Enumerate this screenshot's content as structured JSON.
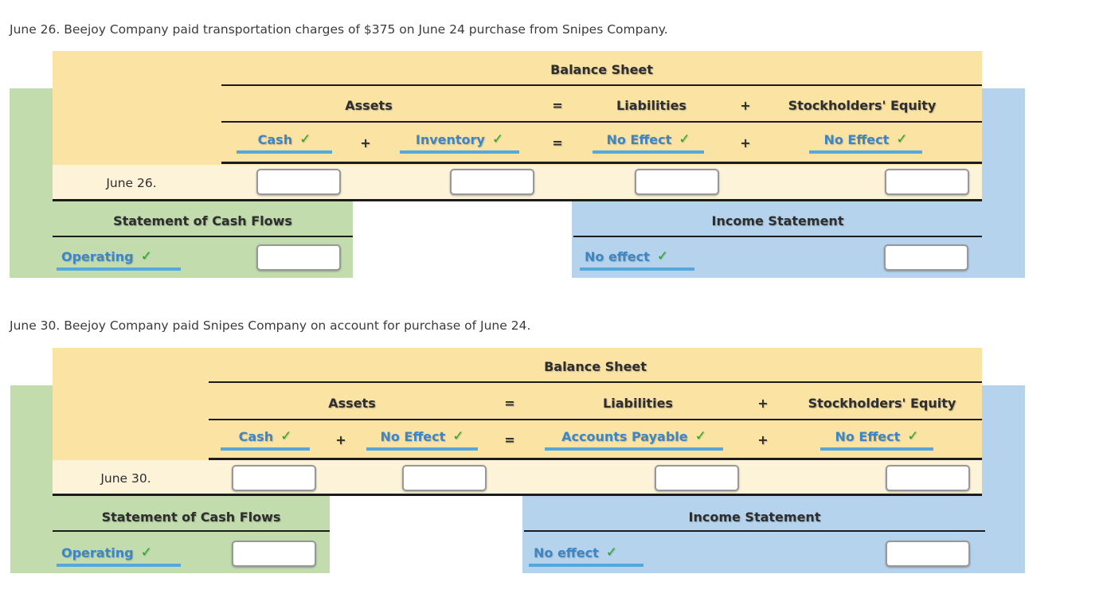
{
  "colors": {
    "header_yellow": "#FBE3A3",
    "row_yellow": "#FCF3D9",
    "panel_green": "#C3DCAE",
    "panel_blue": "#B5D3EC",
    "link_blue": "#3d86c6",
    "underline_blue": "#57A7DF",
    "check_green": "#2EA32E",
    "line_dark": "#1c1c1c"
  },
  "symbols": {
    "check": "✓",
    "plus": "+",
    "equals": "="
  },
  "transactions": [
    {
      "description": "June 26. Beejoy Company paid transportation charges of $375 on June 24 purchase from Snipes Company.",
      "row_label": "June 26.",
      "balance_sheet": {
        "title": "Balance Sheet",
        "headers": {
          "assets": "Assets",
          "liabilities": "Liabilities",
          "equity": "Stockholders' Equity"
        },
        "accounts": {
          "asset1": "Cash",
          "asset2": "Inventory",
          "liability": "No Effect",
          "equity": "No Effect"
        }
      },
      "cash_flow": {
        "title": "Statement of Cash Flows",
        "activity": "Operating"
      },
      "income_statement": {
        "title": "Income Statement",
        "effect": "No effect"
      }
    },
    {
      "description": "June 30. Beejoy Company paid Snipes Company on account for purchase of June 24.",
      "row_label": "June 30.",
      "balance_sheet": {
        "title": "Balance Sheet",
        "headers": {
          "assets": "Assets",
          "liabilities": "Liabilities",
          "equity": "Stockholders' Equity"
        },
        "accounts": {
          "asset1": "Cash",
          "asset2": "No Effect",
          "liability": "Accounts Payable",
          "equity": "No Effect"
        }
      },
      "cash_flow": {
        "title": "Statement of Cash Flows",
        "activity": "Operating"
      },
      "income_statement": {
        "title": "Income Statement",
        "effect": "No effect"
      }
    }
  ]
}
